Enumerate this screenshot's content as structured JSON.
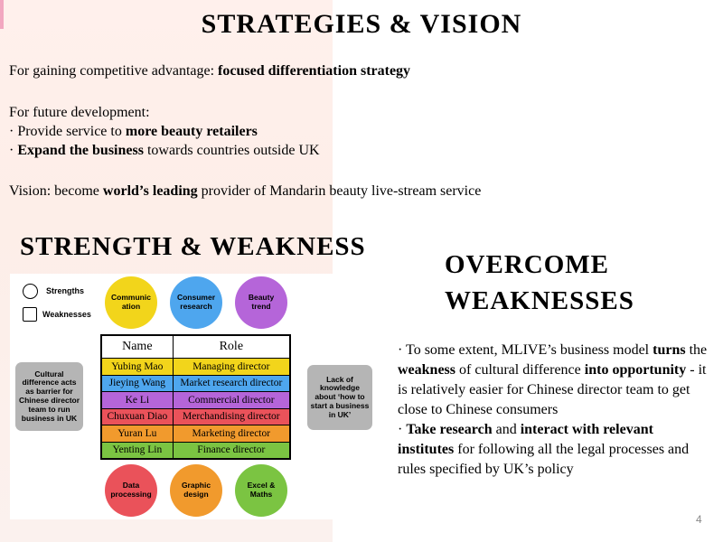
{
  "title": "STRATEGIES & VISION",
  "competitive": {
    "prefix": "For gaining competitive advantage: ",
    "bold": "focused differentiation strategy"
  },
  "future": {
    "heading": "For future development:",
    "b1_prefix": "· Provide service to ",
    "b1_bold": "more beauty retailers",
    "b2_prefix": "· ",
    "b2_bold": "Expand the business",
    "b2_suffix": " towards countries outside UK"
  },
  "vision": {
    "prefix": "Vision: become ",
    "bold": "world’s leading",
    "suffix": " provider of Mandarin beauty live-stream service"
  },
  "strength_heading": "STRENGTH & WEAKNESS",
  "overcome_heading_1": "OVERCOME",
  "overcome_heading_2": "WEAKNESSES",
  "figure": {
    "legend": {
      "strengths": "Strengths",
      "weaknesses": "Weaknesses"
    },
    "top_circles": [
      {
        "label": "Communic\nation",
        "color": "#f2d51b"
      },
      {
        "label": "Consumer\nresearch",
        "color": "#4ea6ee"
      },
      {
        "label": "Beauty\ntrend",
        "color": "#b565d9"
      }
    ],
    "bottom_circles": [
      {
        "label": "Data\nprocessing",
        "color": "#ea525a"
      },
      {
        "label": "Graphic\ndesign",
        "color": "#f19a2d"
      },
      {
        "label": "Excel &\nMaths",
        "color": "#7bc442"
      }
    ],
    "left_box": "Cultural\ndifference acts\nas barrier for\nChinese director\nteam to run\nbusiness in UK",
    "right_box": "Lack of\nknowledge\nabout ‘how to\nstart a business\nin UK’",
    "table": {
      "headers": [
        "Name",
        "Role"
      ],
      "rows": [
        {
          "name": "Yubing Mao",
          "role": "Managing director",
          "color": "#f2d51b"
        },
        {
          "name": "Jieying Wang",
          "role": "Market research director",
          "color": "#4ea6ee"
        },
        {
          "name": "Ke Li",
          "role": "Commercial director",
          "color": "#b565d9"
        },
        {
          "name": "Chuxuan Diao",
          "role": "Merchandising director",
          "color": "#ea525a"
        },
        {
          "name": "Yuran Lu",
          "role": "Marketing director",
          "color": "#f19a2d"
        },
        {
          "name": "Yenting Lin",
          "role": "Finance director",
          "color": "#7bc442"
        }
      ]
    }
  },
  "overcome": {
    "p1_a": "· To some extent, MLIVE’s business model ",
    "p1_b": "turns",
    "p1_c": " the ",
    "p1_d": "weakness",
    "p1_e": " of cultural difference ",
    "p1_f": "into opportunity",
    "p1_g": " - it is relatively easier for Chinese director team to get close to Chinese consumers",
    "p2_a": "· ",
    "p2_b": "Take research",
    "p2_c": " and ",
    "p2_d": "interact with relevant institutes",
    "p2_e": " for following all the legal processes and rules specified by UK’s policy"
  },
  "page_number": "4"
}
